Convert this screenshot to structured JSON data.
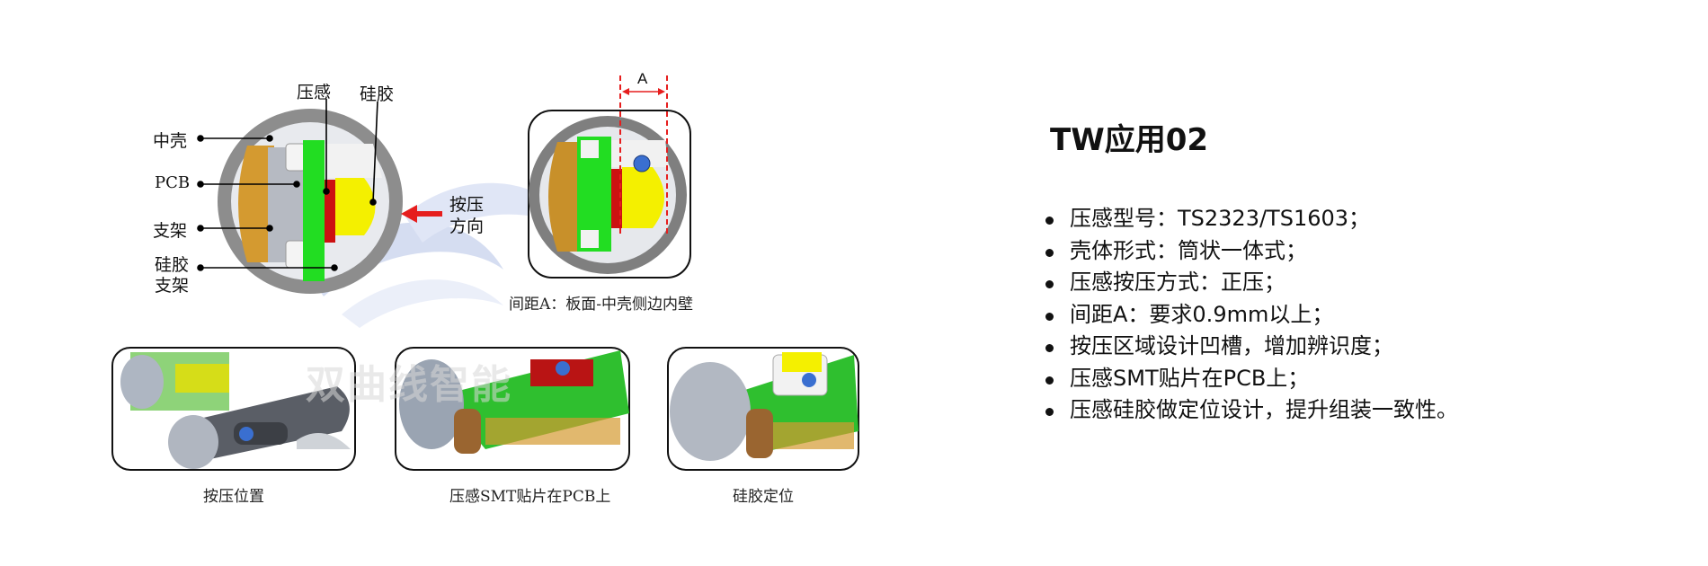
{
  "title": "TW应用02",
  "specs": [
    "压感型号：TS2323/TS1603；",
    "壳体形式：筒状一体式；",
    "压感按压方式：正压；",
    "间距A：要求0.9mm以上；",
    "按压区域设计凹槽，增加辨识度；",
    "压感SMT贴片在PCB上；",
    "压感硅胶做定位设计，提升组装一致性。"
  ],
  "diagram": {
    "callouts": {
      "pressure_sensor": "压感",
      "silicone": "硅胶",
      "middle_shell": "中壳",
      "pcb": "PCB",
      "bracket": "支架",
      "silicone_bracket_1": "硅胶",
      "silicone_bracket_2": "支架",
      "press_dir_1": "按压",
      "press_dir_2": "方向"
    },
    "dimension_label": "A",
    "gap_caption": "间距A：板面-中壳侧边内壁",
    "watermark": "双曲线智能"
  },
  "photos": {
    "captions": [
      "按压位置",
      "压感SMT贴片在PCB上",
      "硅胶定位"
    ]
  },
  "colors": {
    "pcb_green": "#22dd22",
    "silicone_yellow": "#f4f000",
    "sensor_red": "#cc1111",
    "bracket_orange": "#d49a30",
    "shell_gray": "#8a8a8a",
    "arrow_red": "#e61e1e",
    "press_dot": "#3a6fd0"
  }
}
